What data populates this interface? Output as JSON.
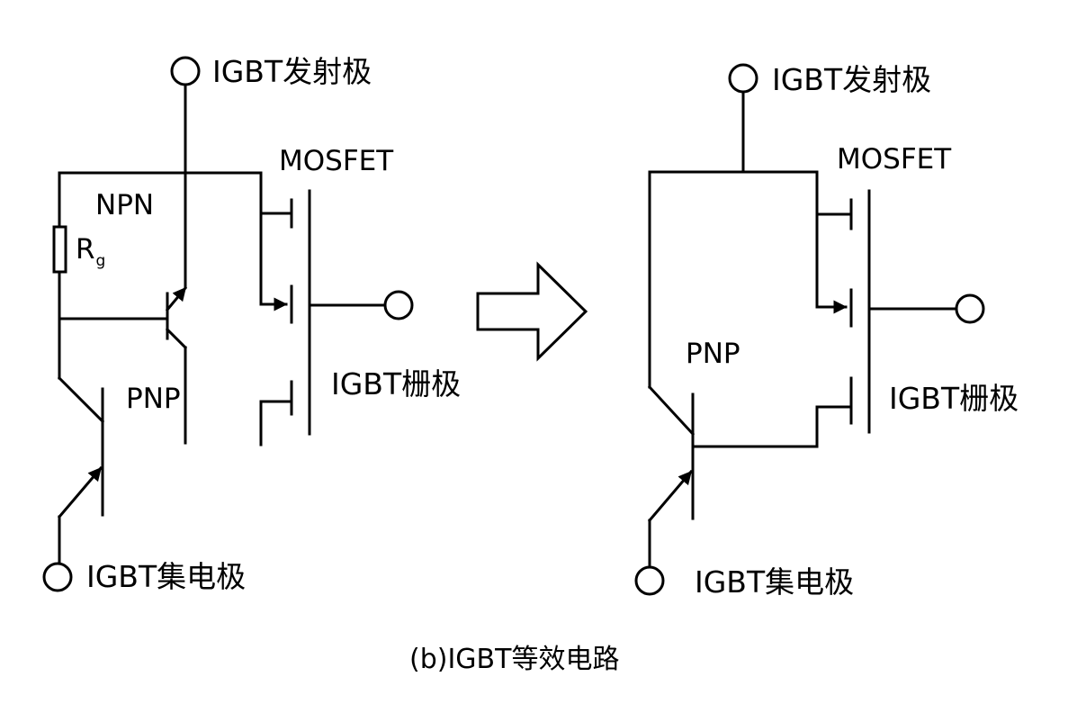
{
  "caption": "(b)IGBT等效电路",
  "left_circuit": {
    "emitter_label": "IGBT发射极",
    "collector_label": "IGBT集电极",
    "gate_label": "IGBT栅极",
    "mosfet_label": "MOSFET",
    "npn_label": "NPN",
    "pnp_label": "PNP",
    "resistor_label": "R",
    "resistor_subscript": "g"
  },
  "right_circuit": {
    "emitter_label": "IGBT发射极",
    "collector_label": "IGBT集电极",
    "gate_label": "IGBT栅极",
    "mosfet_label": "MOSFET",
    "pnp_label": "PNP"
  },
  "icons": [
    "right-arrow-icon"
  ],
  "colors": {
    "line": "#000000",
    "background": "#ffffff"
  }
}
